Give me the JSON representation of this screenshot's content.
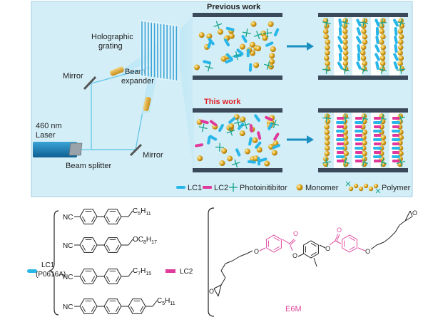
{
  "setup": {
    "laser_line1": "460 nm",
    "laser_line2": "Laser",
    "mirror_top": "Mirror",
    "mirror_bottom": "Mirror",
    "beam_expander_line1": "Beam",
    "beam_expander_line2": "expander",
    "beam_splitter": "Beam splitter",
    "grating_line1": "Holographic",
    "grating_line2": "grating"
  },
  "panels": {
    "previous_title": "Previous work",
    "this_title": "This work"
  },
  "legend": {
    "lc1": "LC1",
    "lc2": "LC2",
    "photoinhibitor": "Photoinitibitor",
    "monomer": "Monomer",
    "polymer": "Polymer"
  },
  "chem": {
    "lc1_label_line1": "LC1",
    "lc1_label_line2": "(P0616A)",
    "nc": "NC",
    "sub1_main": "C",
    "sub1_sub": "5",
    "sub1_h": "H",
    "sub1_hsub": "11",
    "sub2_main": "OC",
    "sub2_sub": "8",
    "sub2_h": "H",
    "sub2_hsub": "17",
    "sub3_main": "C",
    "sub3_sub": "7",
    "sub3_h": "H",
    "sub3_hsub": "15",
    "sub4_main": "C",
    "sub4_sub": "5",
    "sub4_h": "H",
    "sub4_hsub": "11",
    "lc2_label": "LC2",
    "o": "O",
    "e6m": "E6M"
  },
  "colors": {
    "lc1": "#29b6e8",
    "lc2": "#e0399b",
    "photoinhibitor": "#1aa58d",
    "monomer": "#d9a21a",
    "panel_bg": "#d3eef7",
    "beam": "#62c6e8",
    "e6m_pink": "#e0489d"
  }
}
